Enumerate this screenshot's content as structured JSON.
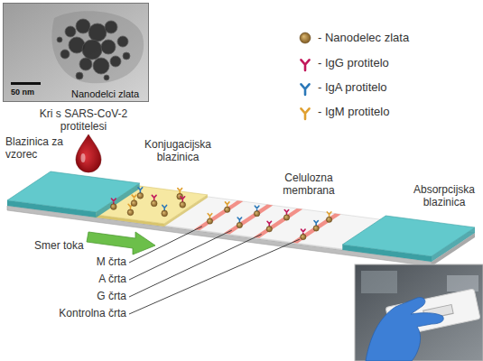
{
  "diagram": {
    "nodes": [
      {
        "text": [
          "50 nm",
          "Nanodelci zlata"
        ]
      },
      {
        "text": [
          "Blazinica za vzorec"
        ]
      },
      {
        "text": [
          "Konjugacijska blazinica"
        ]
      },
      {
        "text": [
          "Celulozna membrana"
        ]
      },
      {
        "text": [
          "Absorpcijska blazinica"
        ]
      }
    ],
    "labels": [
      "Kri s SARS-CoV-2 protitelesi",
      "Smer toka",
      "M črta",
      "A črta",
      "G črta",
      "Kontrolna črta"
    ],
    "legend": [
      {
        "text": "- Nanodelec zlata"
      },
      {
        "text": "- IgG protitelo"
      },
      {
        "text": "- IgA protitelo"
      },
      {
        "text": "- IgM protitelo"
      }
    ]
  }
}
